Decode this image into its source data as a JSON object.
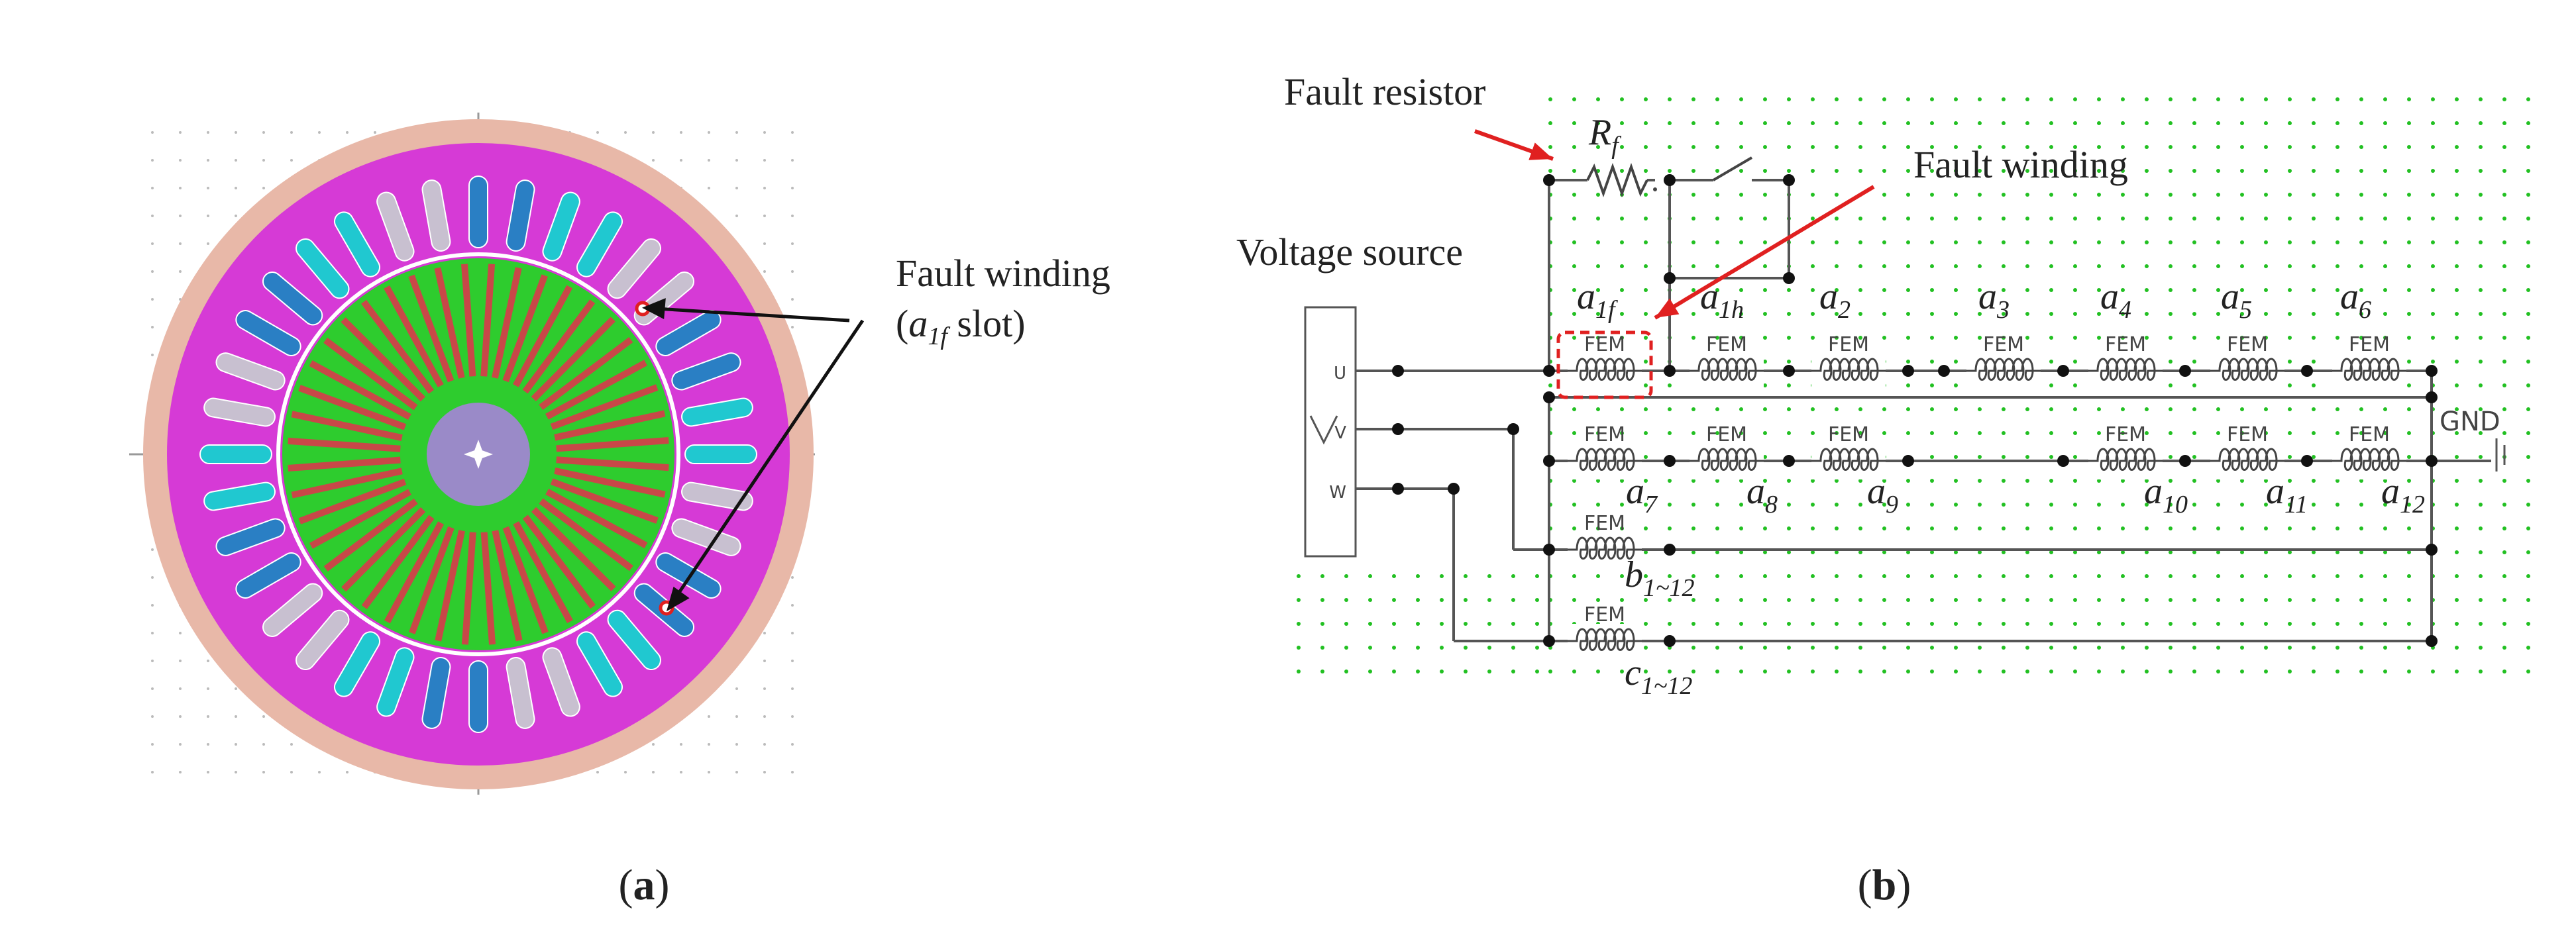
{
  "panel_a": {
    "caption": "a",
    "annotation": {
      "line1": "Fault winding",
      "line2_open": "(",
      "line2_var": "a",
      "line2_sub": "1f",
      "line2_rest": " slot)"
    },
    "colors": {
      "outer_ring": "#e8b8a8",
      "stator_yoke": "#d63ad6",
      "rotor_core": "#2ecc2e",
      "shaft": "#9a8ac8",
      "slot_blue": "#2a7fc4",
      "slot_cyan": "#20c8d0",
      "slot_grey": "#c8c0d0",
      "bar_red": "#c84848",
      "fault_marker": "#e02020"
    }
  },
  "panel_b": {
    "caption": "b",
    "fault_resistor_label": "Fault resistor",
    "rf_label": {
      "var": "R",
      "sub": "f"
    },
    "fault_winding_label": "Fault winding",
    "voltage_source_label": "Voltage source",
    "ports": [
      "U",
      "V",
      "W"
    ],
    "gnd_label": "GND",
    "fem_text": "FEM",
    "row1": [
      {
        "var": "a",
        "sub": "1f"
      },
      {
        "var": "a",
        "sub": "1h"
      },
      {
        "var": "a",
        "sub": "2"
      },
      {
        "var": "a",
        "sub": "3"
      },
      {
        "var": "a",
        "sub": "4"
      },
      {
        "var": "a",
        "sub": "5"
      },
      {
        "var": "a",
        "sub": "6"
      }
    ],
    "row2": [
      {
        "var": "a",
        "sub": "7"
      },
      {
        "var": "a",
        "sub": "8"
      },
      {
        "var": "a",
        "sub": "9"
      },
      {
        "var": "a",
        "sub": "10"
      },
      {
        "var": "a",
        "sub": "11"
      },
      {
        "var": "a",
        "sub": "12"
      }
    ],
    "row3": {
      "var": "b",
      "sub": "1~12"
    },
    "row4": {
      "var": "c",
      "sub": "1~12"
    },
    "colors": {
      "grid_dot": "#22c022",
      "wire": "#555555",
      "node": "#111111",
      "arrow": "#e02020",
      "highlight": "#e02020"
    }
  }
}
